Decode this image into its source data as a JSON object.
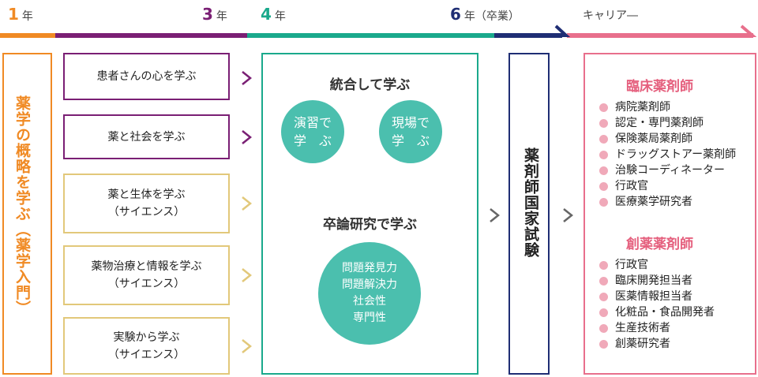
{
  "timeline": {
    "year1": {
      "num": "1",
      "suffix": "年"
    },
    "year3": {
      "num": "3",
      "suffix": "年"
    },
    "year4": {
      "num": "4",
      "suffix": "年"
    },
    "year6": {
      "num": "6",
      "suffix": "年（卒業）"
    },
    "career": "キャリア―"
  },
  "colors": {
    "orange": "#f08a24",
    "purple": "#7a1f74",
    "teal": "#1aa98c",
    "navy": "#1f2e74",
    "pink": "#e86f8c",
    "yellow": "#e2c87a",
    "circle": "#4bbfae"
  },
  "left_column": {
    "title": "薬学の概略を学ぶ（薬学入門）"
  },
  "middle_boxes": [
    {
      "label": "患者さんの心を学ぶ"
    },
    {
      "label": "薬と社会を学ぶ"
    },
    {
      "label": "薬と生体を学ぶ\n（サイエンス）"
    },
    {
      "label": "薬物治療と情報を学ぶ\n（サイエンス）"
    },
    {
      "label": "実験から学ぶ\n（サイエンス）"
    }
  ],
  "integrated": {
    "title": "統合して学ぶ",
    "circle1": "演習で\n学　ぶ",
    "circle2": "現場で\n学　ぶ",
    "research_title": "卒論研究で学ぶ",
    "research_circle": "問題発見力\n問題解決力\n社会性\n専門性"
  },
  "exam": {
    "label": "薬剤師国家試験"
  },
  "careers": {
    "clinical_title": "臨床薬剤師",
    "clinical_items": [
      "病院薬剤師",
      "認定・専門薬剤師",
      "保険薬局薬剤師",
      "ドラッグストアー薬剤師",
      "治験コーディネーター",
      "行政官",
      "医療薬学研究者"
    ],
    "drug_title": "創薬薬剤師",
    "drug_items": [
      "行政官",
      "臨床開発担当者",
      "医薬情報担当者",
      "化粧品・食品開発者",
      "生産技術者",
      "創薬研究者"
    ]
  }
}
